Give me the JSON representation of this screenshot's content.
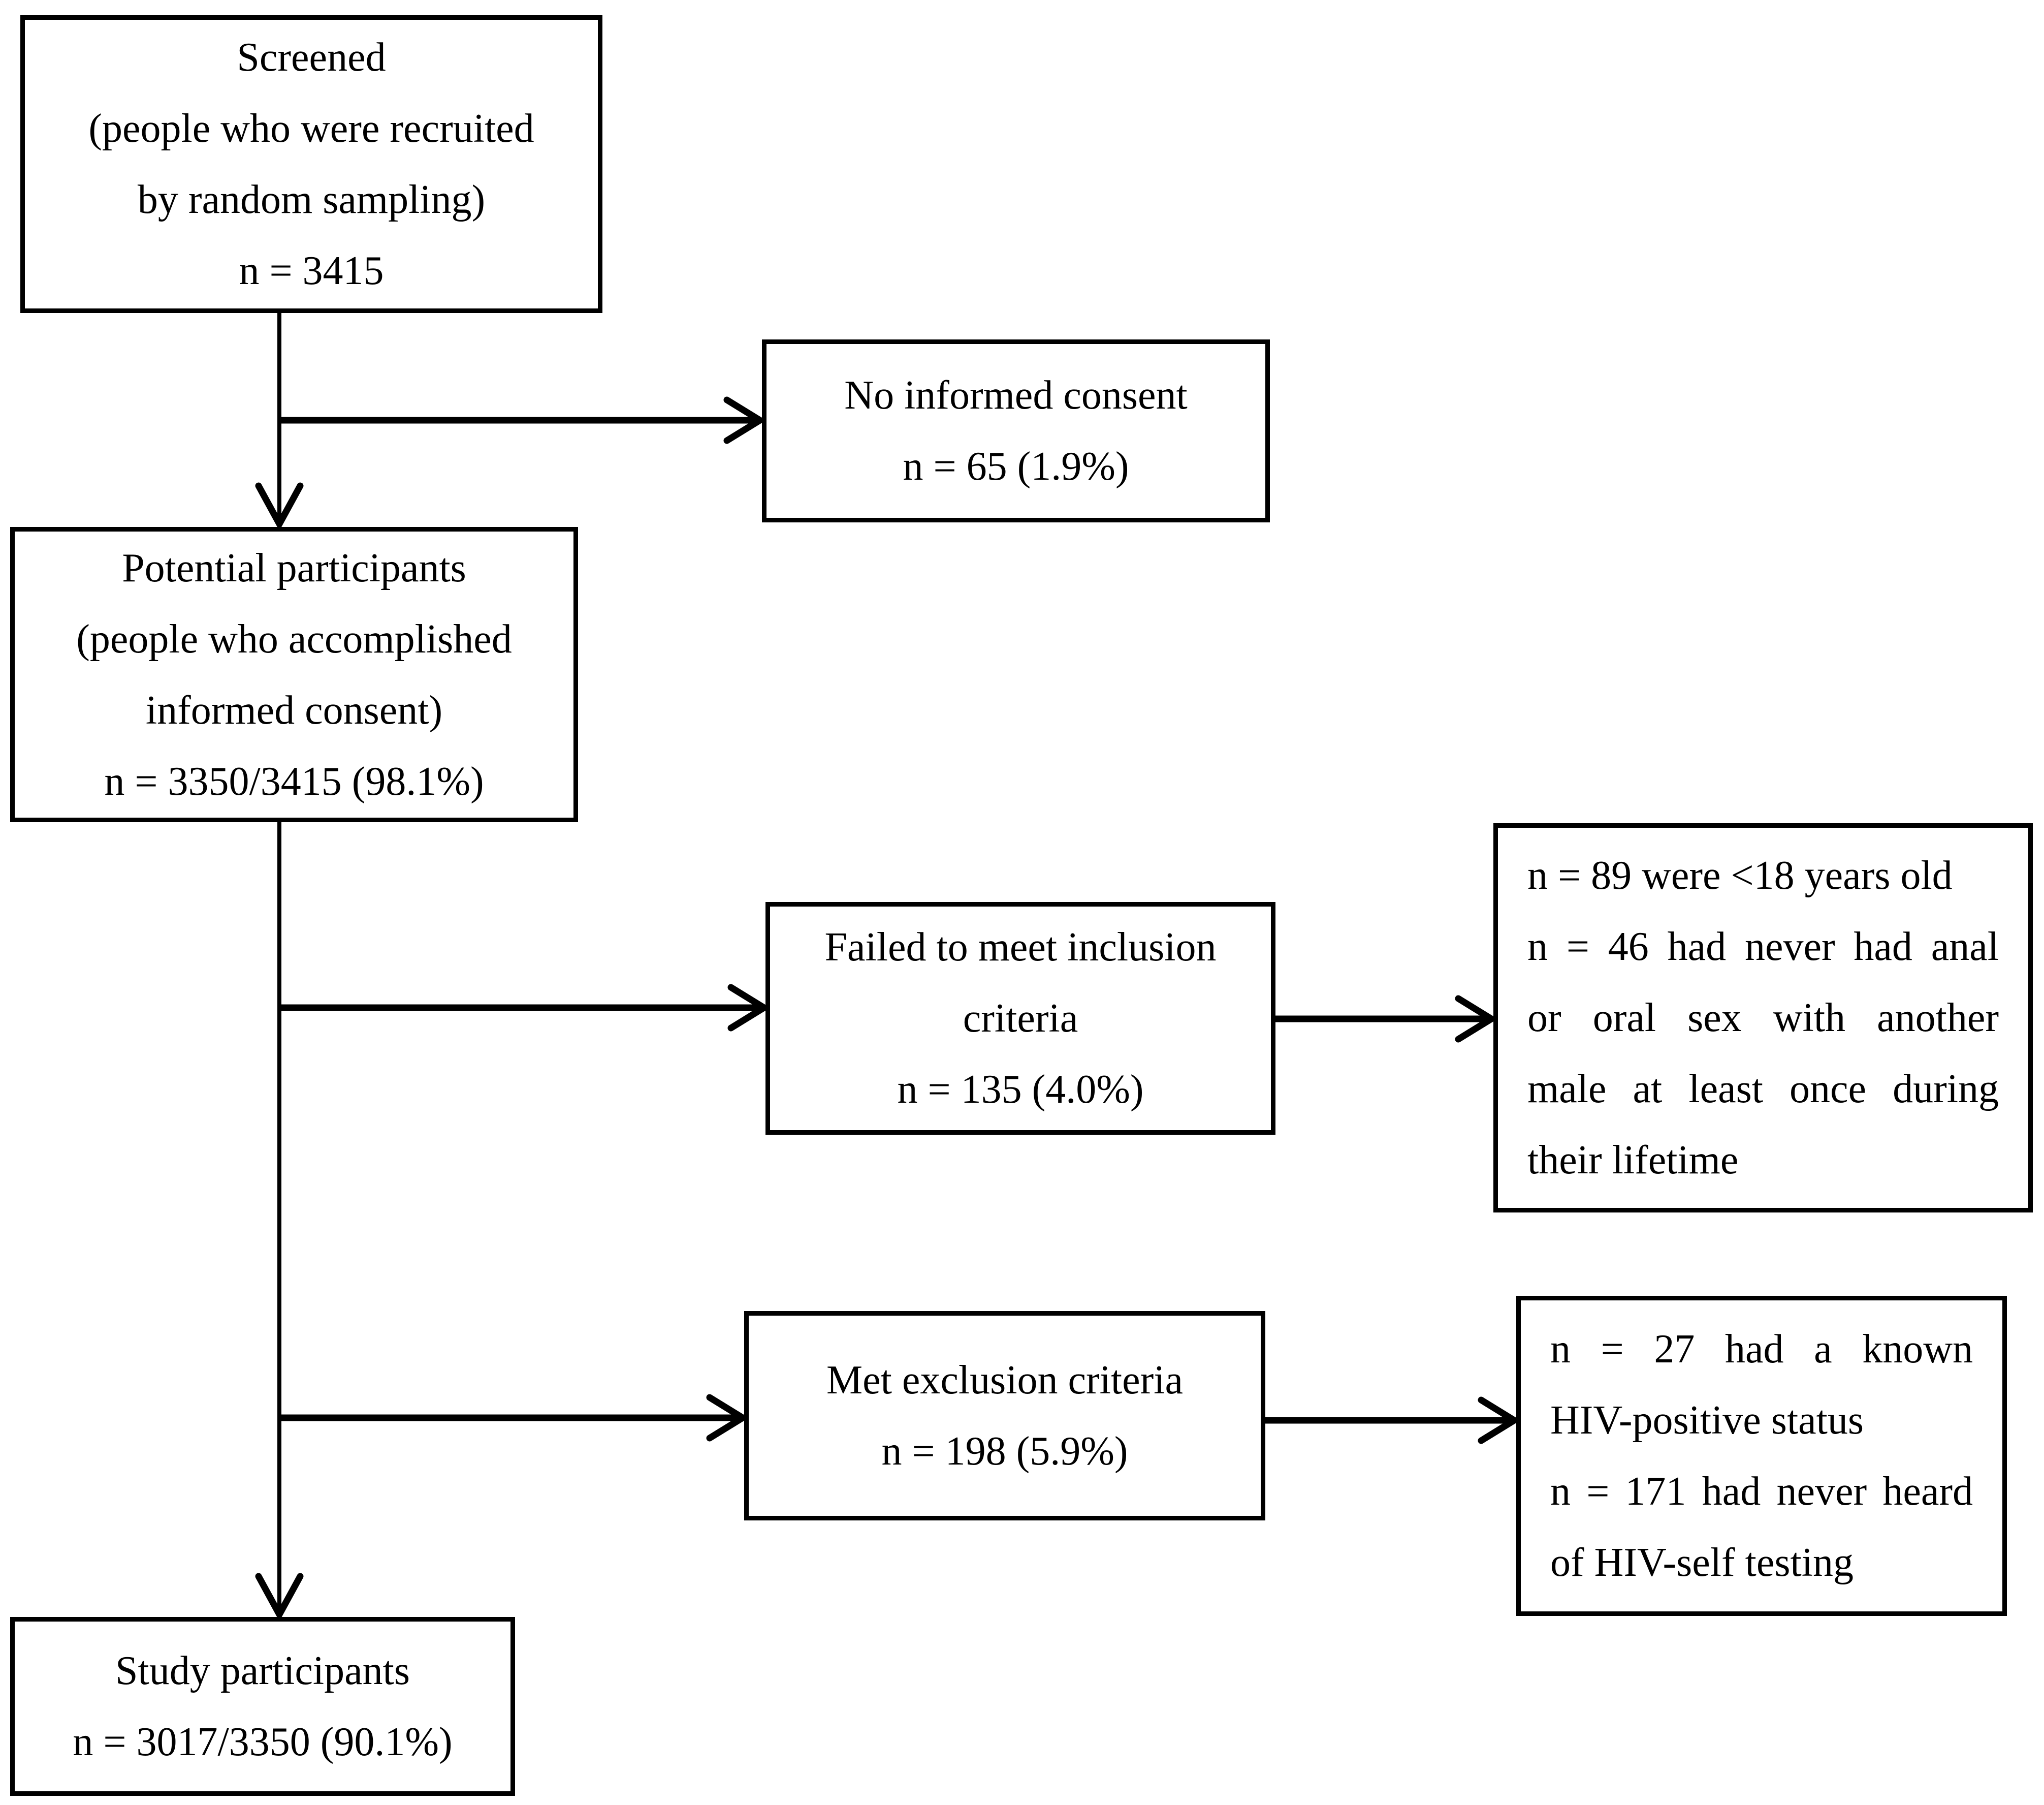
{
  "figure": {
    "type": "flowchart",
    "colors": {
      "background": "#ffffff",
      "line": "#000000",
      "text": "#000000"
    },
    "boxes": {
      "screened": {
        "lines": [
          "Screened",
          "(people who were recruited",
          "by random sampling)",
          "n = 3415"
        ]
      },
      "no_informed_consent": {
        "lines": [
          "No informed consent",
          "n = 65 (1.9%)"
        ]
      },
      "potential_participants": {
        "lines": [
          "Potential participants",
          "(people who accomplished",
          "informed consent)",
          "n = 3350/3415 (98.1%)"
        ]
      },
      "failed_inclusion": {
        "lines": [
          "Failed to meet inclusion",
          "criteria",
          "n = 135 (4.0%)"
        ]
      },
      "inclusion_failure_reasons": {
        "lines": [
          "n = 89 were <18 years old",
          "n = 46 had never had anal",
          "or oral sex with another",
          "male at least once during",
          "their lifetime"
        ]
      },
      "met_exclusion": {
        "lines": [
          "Met exclusion criteria",
          "n = 198 (5.9%)"
        ]
      },
      "exclusion_reasons": {
        "lines": [
          "n = 27 had a known",
          "HIV-positive status",
          "n = 171 had never heard",
          "of HIV-self testing"
        ]
      },
      "study_participants": {
        "lines": [
          "Study participants",
          "n = 3017/3350 (90.1%)"
        ]
      }
    },
    "edges": [
      {
        "from": "screened",
        "to": "no_informed_consent"
      },
      {
        "from": "screened",
        "to": "potential_participants"
      },
      {
        "from": "potential_participants",
        "to": "failed_inclusion"
      },
      {
        "from": "failed_inclusion",
        "to": "inclusion_failure_reasons"
      },
      {
        "from": "potential_participants",
        "to": "met_exclusion"
      },
      {
        "from": "met_exclusion",
        "to": "exclusion_reasons"
      },
      {
        "from": "potential_participants",
        "to": "study_participants"
      }
    ]
  }
}
